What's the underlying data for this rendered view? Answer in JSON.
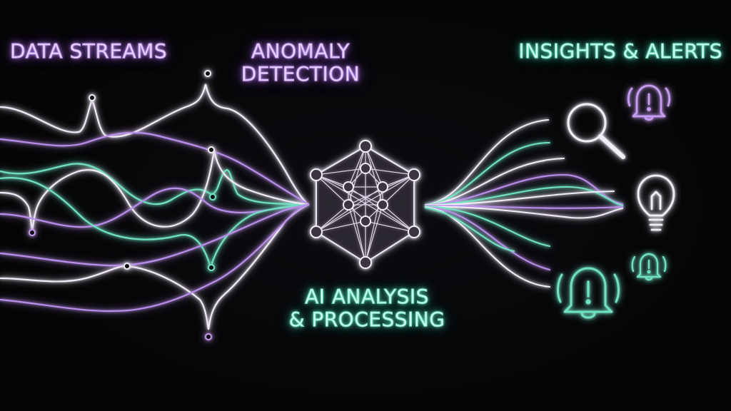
{
  "labels": {
    "data_streams": "DATA STREAMS",
    "anomaly_detection": [
      "ANOMALY",
      "DETECTION"
    ],
    "ai_processing": [
      "AI ANALYSIS",
      "& PROCESSING"
    ],
    "insights_alerts": "INSIGHTS & ALERTS"
  },
  "colors": {
    "background": "#050506",
    "purple": "#c59cf0",
    "teal": "#6fe0be",
    "white": "#f1eef7"
  },
  "icons": [
    "magnifier-icon",
    "bell-alert-icon",
    "lightbulb-icon",
    "bell-alert-icon",
    "bell-alert-icon"
  ]
}
